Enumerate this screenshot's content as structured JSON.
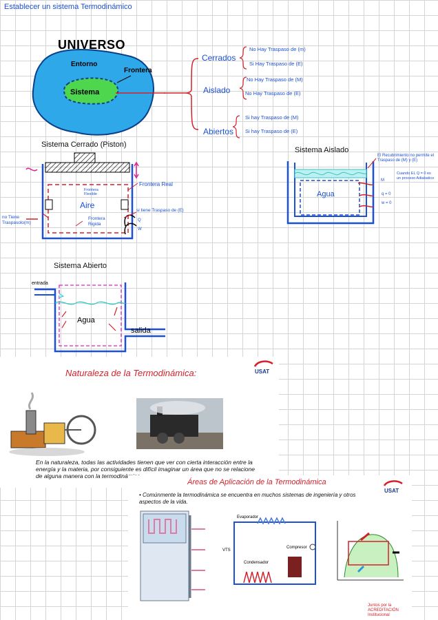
{
  "page_title": "Establecer un sistema Termodinámico",
  "universe": {
    "heading": "UNIVERSO",
    "entorno": "Entorno",
    "frontera": "Frontera",
    "sistema": "Sistema"
  },
  "classes": [
    {
      "label": "Cerrados",
      "items": [
        "No Hay Traspaso de (m)",
        "Si Hay Traspaso de (E)"
      ]
    },
    {
      "label": "Aislado",
      "items": [
        "No Hay Traspaso de (M)",
        "No Hay Traspaso de (E)"
      ]
    },
    {
      "label": "Abiertos",
      "items": [
        "Si hay Traspaso de (M)",
        "Si hay Traspaso de (E)"
      ]
    }
  ],
  "closed": {
    "title": "Sistema Cerrado (Piston)",
    "frontera_real": "Frontera Real",
    "frontera_flexible": "Frontera Flexible",
    "frontera_rigida": "Frontera Rigida",
    "fluid": "Aire",
    "no_mass": "no Tiene Traspasolo(m)",
    "energy": "si tiene Traspaso de (E)",
    "q": "Q",
    "w": "W"
  },
  "isolated": {
    "title": "Sistema Aislado",
    "note1": "El Recubrimiento no permite el Traspaso de (M) y (E)",
    "note2": "Cuando EL  Q = 0 es un proceso Adiabatico",
    "m": "M",
    "q0": "q = 0",
    "w0": "w = 0",
    "fluid": "Agua"
  },
  "open": {
    "title": "Sistema Abierto",
    "entrada": "entrada",
    "salida": "salida",
    "fluid": "Agua"
  },
  "slide1": {
    "title": "Naturaleza de la Termodinámica:",
    "logo": "USAT",
    "text": "En la naturaleza, todas las actividades tienen que ver con cierta interacción entre la energía y la materia, por consiguiente es difícil imaginar un área que no se relacione de alguna manera con la termodinámica."
  },
  "slide2": {
    "title": "Áreas de Aplicación de la Termodinámica",
    "logo": "USAT",
    "bullet": "Comúnmente la termodinámica se encuentra en muchos sistemas de ingeniería y otros aspectos de la vida.",
    "cycle_labels": [
      "Evaporador",
      "Condensador",
      "Compresor",
      "VTS"
    ],
    "footer_logo": "Juntos por la ACREDITACIÓN Institucional"
  }
}
